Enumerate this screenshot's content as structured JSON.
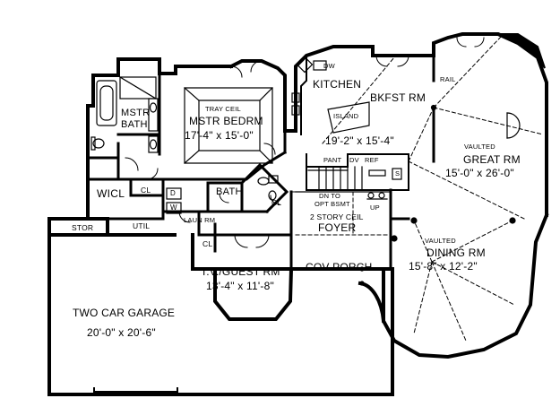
{
  "rooms": {
    "master_bath": {
      "name_line1": "MSTR",
      "name_line2": "BATH"
    },
    "master_bedroom": {
      "ceiling": "TRAY CEIL",
      "name": "MSTR BEDRM",
      "dims": "17'-4\" x 15'-0\""
    },
    "kitchen": {
      "name": "KITCHEN",
      "dw": "DW"
    },
    "island": {
      "name": "ISLAND"
    },
    "breakfast": {
      "name": "BKFST RM",
      "dims": "19'-2\" x 15'-4\""
    },
    "pantry": {
      "pant": "PANT",
      "dv": "DV",
      "ref": "REF"
    },
    "great_room": {
      "ceiling": "VAULTED",
      "name": "GREAT RM",
      "dims": "15'-0\" x 26'-0\""
    },
    "rail": {
      "label": "RAIL"
    },
    "bath": {
      "name": "BATH"
    },
    "wicl": {
      "name": "WICL"
    },
    "closets": {
      "cl_1": "CL",
      "cl_2": "CL",
      "cl_3": "CL"
    },
    "laundry": {
      "d": "D",
      "w": "W",
      "name": "LAUN RM"
    },
    "util": {
      "name": "UTIL"
    },
    "stor": {
      "name": "STOR"
    },
    "stairs": {
      "down_line1": "DN TO",
      "down_line2": "OPT BSMT",
      "up": "UP",
      "s": "S"
    },
    "foyer": {
      "ceiling": "2 STORY CEIL",
      "name": "FOYER"
    },
    "dining": {
      "ceiling": "VAULTED",
      "name": "DINING RM",
      "dims": "15'-8\" x 12'-2\""
    },
    "tv_guest": {
      "name": "T.V./GUEST RM",
      "dims": "13'-4\" x 11'-8\""
    },
    "porch": {
      "name": "COV PORCH"
    },
    "garage": {
      "name": "TWO CAR GARAGE",
      "dims": "20'-0\" x 20'-6\""
    }
  }
}
